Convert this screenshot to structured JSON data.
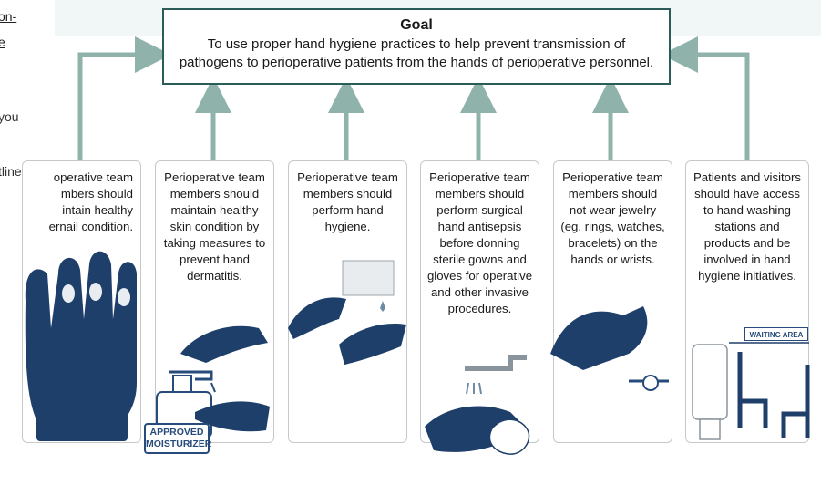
{
  "side_text": {
    "line1": "on-",
    "line2": "e",
    "line3": "you",
    "line4": "tline"
  },
  "goal": {
    "title": "Goal",
    "line1": "To use proper hand hygiene practices to help prevent transmission of",
    "line2": "pathogens to perioperative patients from the hands of perioperative personnel."
  },
  "cards": [
    {
      "lines": [
        "operative team",
        "mbers should",
        "intain healthy",
        "ernail condition."
      ]
    },
    {
      "lines": [
        "Perioperative team",
        "members should",
        "maintain healthy",
        "skin condition by",
        "taking measures to",
        "prevent hand",
        "dermatitis."
      ]
    },
    {
      "lines": [
        "Perioperative team",
        "members should",
        "perform hand",
        "hygiene."
      ]
    },
    {
      "lines": [
        "Perioperative team",
        "members should",
        "perform surgical",
        "hand antisepsis",
        "before donning",
        "sterile gowns and",
        "gloves for operative",
        "and other invasive",
        "procedures."
      ]
    },
    {
      "lines": [
        "Perioperative team",
        "members should",
        "not wear jewelry",
        "(eg, rings, watches,",
        "bracelets) on the",
        "hands or wrists."
      ]
    },
    {
      "lines": [
        "Patients and visitors",
        "should have access",
        "to hand washing",
        "stations and",
        "products and be",
        "involved in hand",
        "hygiene initiatives."
      ]
    }
  ],
  "labels": {
    "approved_line1": "APPROVED",
    "approved_line2": "MOISTURIZER",
    "waiting_area": "WAITING AREA"
  },
  "colors": {
    "goal_border": "#2b5d58",
    "arrow": "#8fb3ab",
    "art_navy": "#1f3f6b",
    "card_border": "#c5c9cc"
  }
}
